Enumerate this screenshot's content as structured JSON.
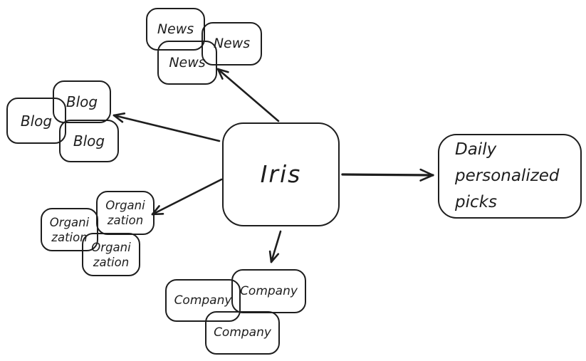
{
  "diagram": {
    "background_color": "#ffffff",
    "stroke_color": "#1e1e1e",
    "center_node": {
      "label": "Iris"
    },
    "output_node": {
      "full_label": "Daily personalized picks",
      "lines": [
        "Daily",
        "personalized",
        "picks"
      ]
    },
    "source_clusters": {
      "news": {
        "label": "News",
        "card_count": 3
      },
      "blog": {
        "label": "Blog",
        "card_count": 3
      },
      "organization": {
        "full_label": "Organization",
        "label_line1": "Organi",
        "label_line2": "zation",
        "card_count": 3
      },
      "company": {
        "label": "Company",
        "card_count": 3
      }
    },
    "edges": [
      {
        "from": "Iris",
        "to": "News"
      },
      {
        "from": "Iris",
        "to": "Blog"
      },
      {
        "from": "Iris",
        "to": "Organization"
      },
      {
        "from": "Iris",
        "to": "Company"
      },
      {
        "from": "Iris",
        "to": "Daily personalized picks"
      }
    ]
  }
}
